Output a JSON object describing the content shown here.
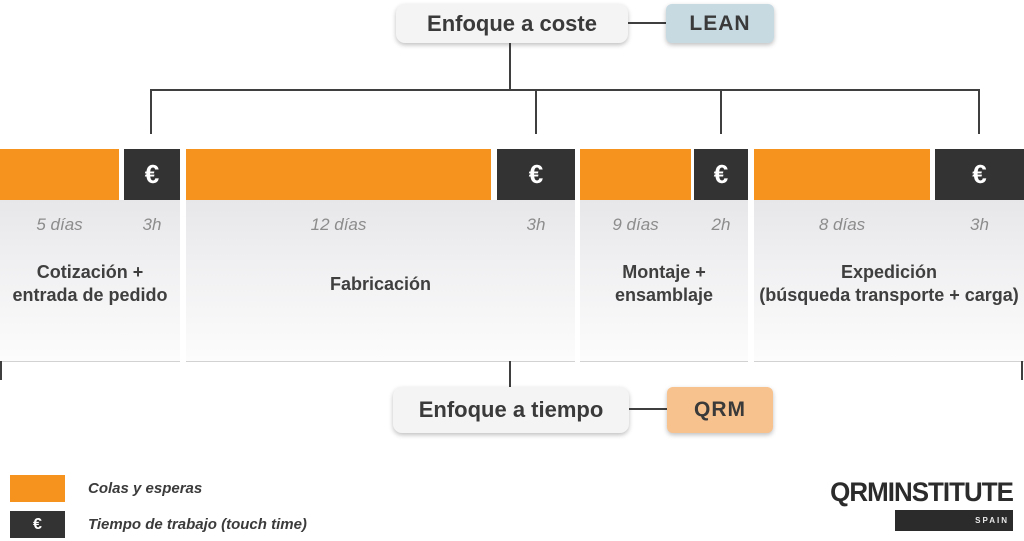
{
  "header": {
    "cost_label": "Enfoque a coste",
    "cost_tag": "LEAN"
  },
  "footer": {
    "time_label": "Enfoque a tiempo",
    "time_tag": "QRM"
  },
  "symbols": {
    "euro": "€"
  },
  "stages": [
    {
      "wait": "5 días",
      "work": "3h",
      "label": "Cotización +\nentrada de pedido"
    },
    {
      "wait": "12 días",
      "work": "3h",
      "label": "Fabricación"
    },
    {
      "wait": "9 días",
      "work": "2h",
      "label": "Montaje +\nensamblaje"
    },
    {
      "wait": "8 días",
      "work": "3h",
      "label": "Expedición\n(búsqueda transporte + carga)"
    }
  ],
  "legend": {
    "wait_label": "Colas y esperas",
    "work_label": "Tiempo de trabajo (touch time)"
  },
  "logo": {
    "text": "QRMINSTITUTE",
    "tagline": "SPAIN"
  },
  "colors": {
    "orange": "#F6921E",
    "dark_box": "#333333",
    "lean_bg": "#C7DAE2",
    "qrm_bg": "#F8C28E",
    "connector": "#3F3F3F"
  }
}
